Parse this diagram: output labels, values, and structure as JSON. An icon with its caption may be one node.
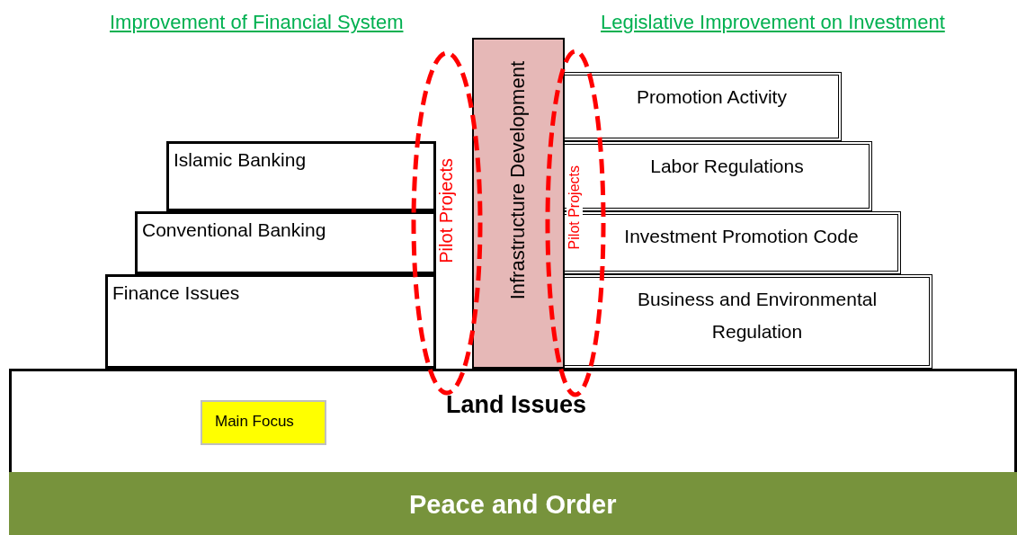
{
  "diagram": {
    "nodes": [
      {
        "text": [
          "Infrastructure Development"
        ]
      },
      {
        "text": [
          "Promotion Activity"
        ]
      },
      {
        "text": [
          "Pilot Projects"
        ]
      },
      {
        "text": [
          "Pilot Projects"
        ]
      },
      {
        "text": [
          "Islamic Banking"
        ]
      },
      {
        "text": [
          "Labor Regulations"
        ]
      },
      {
        "text": [
          "Conventional Banking"
        ]
      },
      {
        "text": [
          "Investment Promotion Code"
        ]
      },
      {
        "text": [
          "Finance Issues"
        ]
      },
      {
        "text": [
          "Business and Environmental Regulation"
        ]
      },
      {
        "text": [
          "Land Issues"
        ]
      },
      {
        "text": [
          "Main Focus"
        ],
        "in": 10
      },
      {
        "text": [
          "Peace and Order"
        ]
      }
    ],
    "labels": [
      "Improvement of Financial System",
      "Legislative Improvement on Investment"
    ]
  }
}
